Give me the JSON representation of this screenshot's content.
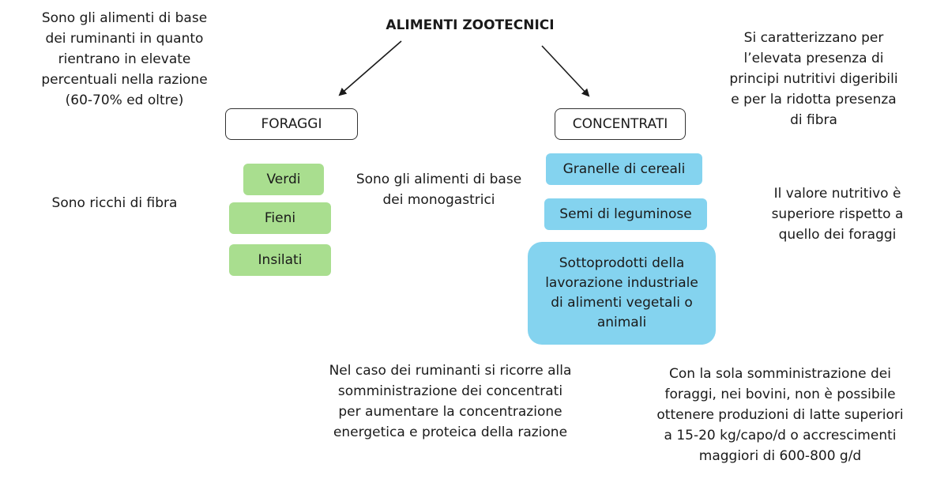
{
  "title": "ALIMENTI ZOOTECNICI",
  "foraggi": {
    "label": "FORAGGI",
    "items": [
      "Verdi",
      "Fieni",
      "Insilati"
    ]
  },
  "concentrati": {
    "label": "CONCENTRATI",
    "items": [
      "Granelle di cereali",
      "Semi di leguminose"
    ],
    "big_item_lines": [
      "Sottoprodotti della",
      "lavorazione industriale",
      "di alimenti vegetali o",
      "animali"
    ]
  },
  "notes": {
    "top_left": [
      "Sono gli alimenti di base",
      "dei ruminanti in quanto",
      "rientrano in elevate",
      "percentuali nella razione",
      "(60-70% ed oltre)"
    ],
    "mid_left": [
      "Sono ricchi di fibra"
    ],
    "center": [
      "Sono gli alimenti di base",
      "dei monogastrici"
    ],
    "top_right": [
      "Si caratterizzano per",
      "l’elevata presenza di",
      "principi nutritivi digeribili",
      "e per la ridotta presenza",
      "di fibra"
    ],
    "mid_right": [
      "Il valore nutritivo è",
      "superiore rispetto a",
      "quello dei foraggi"
    ],
    "bottom_center": [
      "Nel caso dei ruminanti si ricorre alla",
      "somministrazione dei concentrati",
      "per aumentare la concentrazione",
      "energetica e proteica della razione"
    ],
    "bottom_right": [
      "Con la sola somministrazione dei",
      "foraggi, nei bovini, non è possibile",
      "ottenere produzioni di latte superiori",
      "a 15-20 kg/capo/d o accrescimenti",
      "maggiori di 600-800 g/d"
    ]
  },
  "colors": {
    "foraggi_item": "#a9de8f",
    "concentrati_item": "#84d3ef",
    "text": "#1a1a1a",
    "outline": "#333333"
  }
}
